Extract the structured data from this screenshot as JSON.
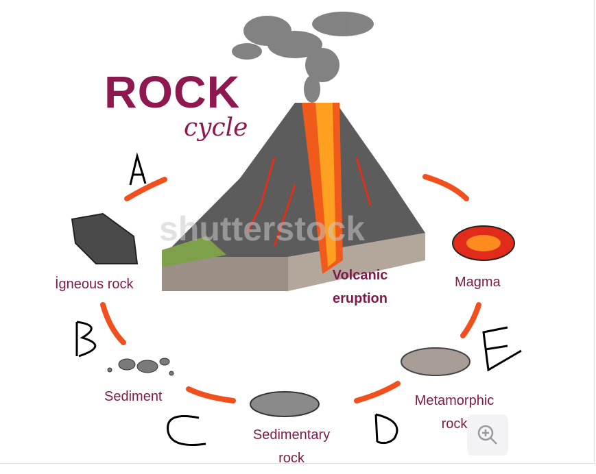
{
  "title": "ROCK",
  "subtitle": "cycle",
  "watermark": "shutterstock",
  "labels": {
    "igneous": "İgneous rock",
    "volcanic": "Volcanic eruption",
    "magma": "Magma",
    "sediment": "Sediment",
    "sedimentary": "Sedimentary rock",
    "metamorphic": "Metamorphic rock"
  },
  "handwritten": [
    "A",
    "B",
    "C",
    "D",
    "E"
  ],
  "colors": {
    "title": "#8e1850",
    "label": "#7d1a48",
    "arrow": "#f0501e"
  }
}
